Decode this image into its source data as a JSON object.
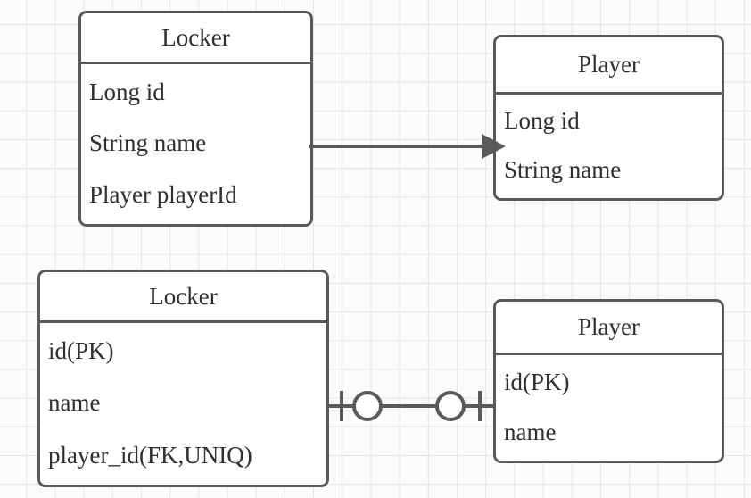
{
  "diagram": {
    "type": "entity-relationship-and-class-diagram",
    "background": "graph-paper-grid",
    "stroke_color": "#5a5a5a",
    "text_color": "#2f2f2f",
    "fill_color": "#ffffff",
    "grid_color": "#e4e4e2"
  },
  "entities": {
    "locker_class": {
      "title": "Locker",
      "fields": [
        "Long id",
        "String name",
        "Player playerId"
      ]
    },
    "player_class": {
      "title": "Player",
      "fields": [
        "Long id",
        "String name"
      ]
    },
    "locker_table": {
      "title": "Locker",
      "fields": [
        "id(PK)",
        "name",
        "player_id(FK,UNIQ)"
      ]
    },
    "player_table": {
      "title": "Player",
      "fields": [
        "id(PK)",
        "name"
      ]
    }
  },
  "connectors": {
    "association_arrow": {
      "name": "directed-association",
      "from": "locker_class",
      "to": "player_class",
      "style": "solid-line-with-filled-arrowhead",
      "direction": "right"
    },
    "one_to_one": {
      "name": "one-to-one-optional-relationship",
      "from": "locker_table",
      "to": "player_table",
      "style": "crows-foot-zero-or-one",
      "left_marker": "tick-and-circle",
      "right_marker": "circle-and-tick"
    }
  }
}
